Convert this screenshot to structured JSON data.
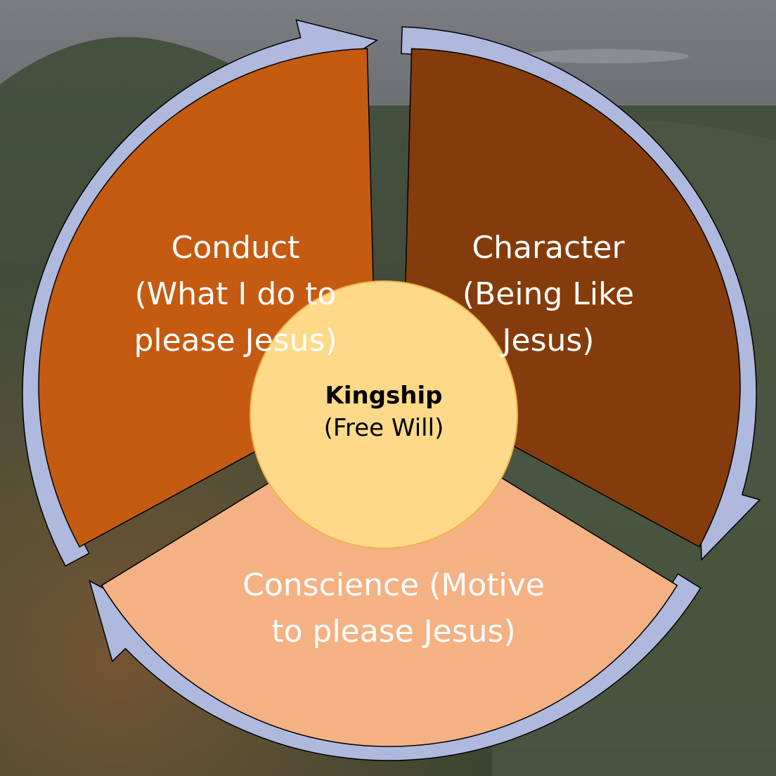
{
  "colors": {
    "conduct": "#C55A11",
    "character": "#843C0C",
    "conscience": "#F4B183",
    "center_fill": "#FFD98A",
    "center_stroke": "#F4B24A",
    "arrow_fill": "#AEB9DD",
    "sky": "#6c6d72",
    "ground": "#3a3a2f"
  },
  "segments": {
    "conduct": {
      "lines": [
        "Conduct",
        "(What I do to",
        "please Jesus)"
      ]
    },
    "character": {
      "lines": [
        "Character",
        "(Being Like",
        "Jesus)"
      ]
    },
    "conscience": {
      "lines": [
        "Conscience (Motive",
        "to please Jesus)"
      ]
    }
  },
  "center": {
    "title": "Kingship",
    "subtitle": "(Free Will)"
  }
}
